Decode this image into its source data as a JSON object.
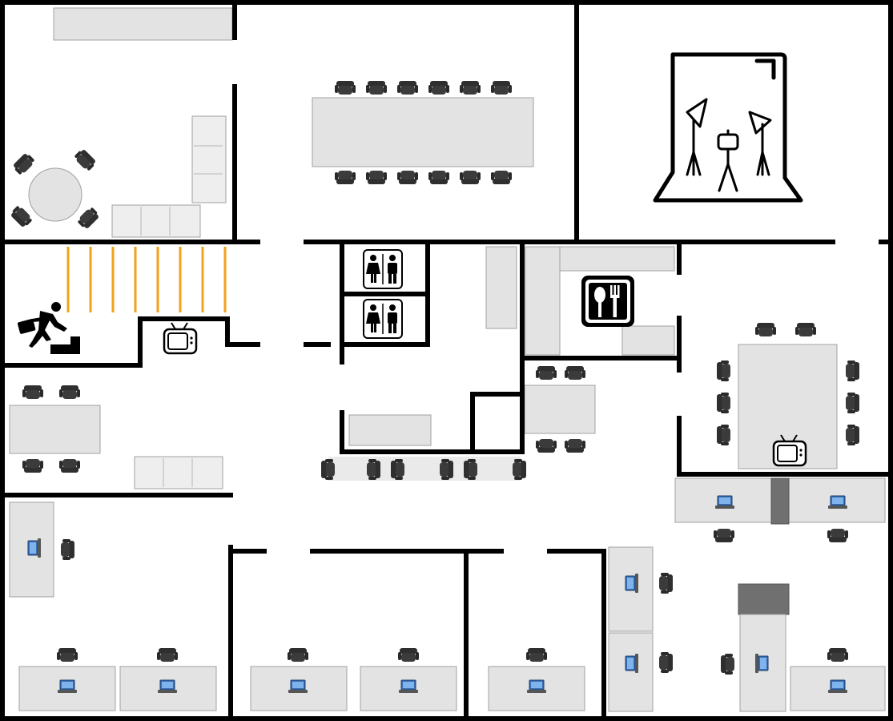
{
  "title": "",
  "colors": {
    "wall": "#000000",
    "floor": "#ffffff",
    "furniture": "#e3e3e3",
    "furniture_stroke": "#9a9a9a",
    "chair": "#333333",
    "stairs": "#f5a219",
    "cabinet": "#707070",
    "laptop": "#4a90d9"
  },
  "icons": {
    "emergency_exit": "running-man-icon",
    "restroom": "restroom-icon",
    "kitchen": "fork-spoon-icon",
    "tv": "tv-icon",
    "photo_studio": "photo-studio-icon"
  },
  "rooms": [
    "lounge",
    "conference-room",
    "photo-studio",
    "stairwell",
    "restrooms",
    "pantry",
    "meeting-room",
    "break-area",
    "open-workstations",
    "offices"
  ]
}
